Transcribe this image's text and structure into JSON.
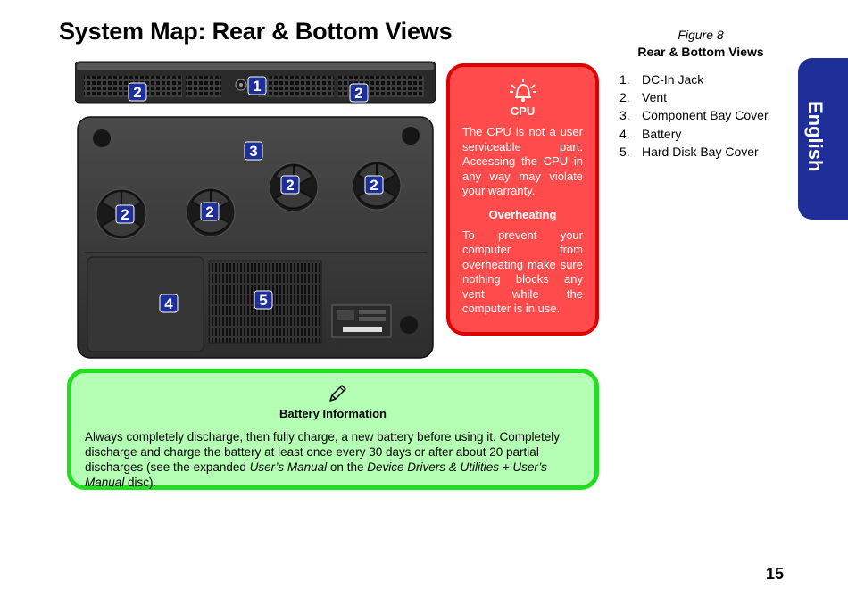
{
  "page": {
    "title": "System Map: Rear & Bottom Views",
    "number": "15",
    "language_tab": "English"
  },
  "figure": {
    "number_label": "Figure 8",
    "name": "Rear & Bottom Views",
    "legend": [
      {
        "num": "1.",
        "label": "DC-In Jack"
      },
      {
        "num": "2.",
        "label": "Vent"
      },
      {
        "num": "3.",
        "label": "Component Bay Cover"
      },
      {
        "num": "4.",
        "label": "Battery"
      },
      {
        "num": "5.",
        "label": "Hard Disk Bay Cover"
      }
    ],
    "callouts": {
      "c1": "1",
      "c2": "2",
      "c3": "3",
      "c4": "4",
      "c5": "5"
    }
  },
  "cpu_note": {
    "icon": "alert-bell-icon",
    "heading": "CPU",
    "text": "The CPU is not a user serviceable part. Accessing the CPU in any way may violate your warranty.",
    "heading2": "Overheating",
    "text2": "To prevent your computer from overheating make sure nothing blocks any vent while the computer is in use.",
    "colors": {
      "fill": "#ff4b4b",
      "border": "#e00000"
    }
  },
  "battery_note": {
    "icon": "pencil-icon",
    "heading": "Battery Information",
    "text_before": "Always completely discharge, then fully charge, a new battery before using it. Completely discharge and charge the battery at least once every 30 days or after about 20 partial discharges (see the expanded ",
    "manual": "User’s Manual",
    "text_middle": " on the ",
    "disc": "Device Drivers & Utilities + User’s Manual",
    "text_after": " disc).",
    "colors": {
      "fill": "#b4ffb4",
      "border": "#22dd22"
    }
  },
  "colors": {
    "callout": "#1f2f9a",
    "tab": "#1f2f9a"
  }
}
